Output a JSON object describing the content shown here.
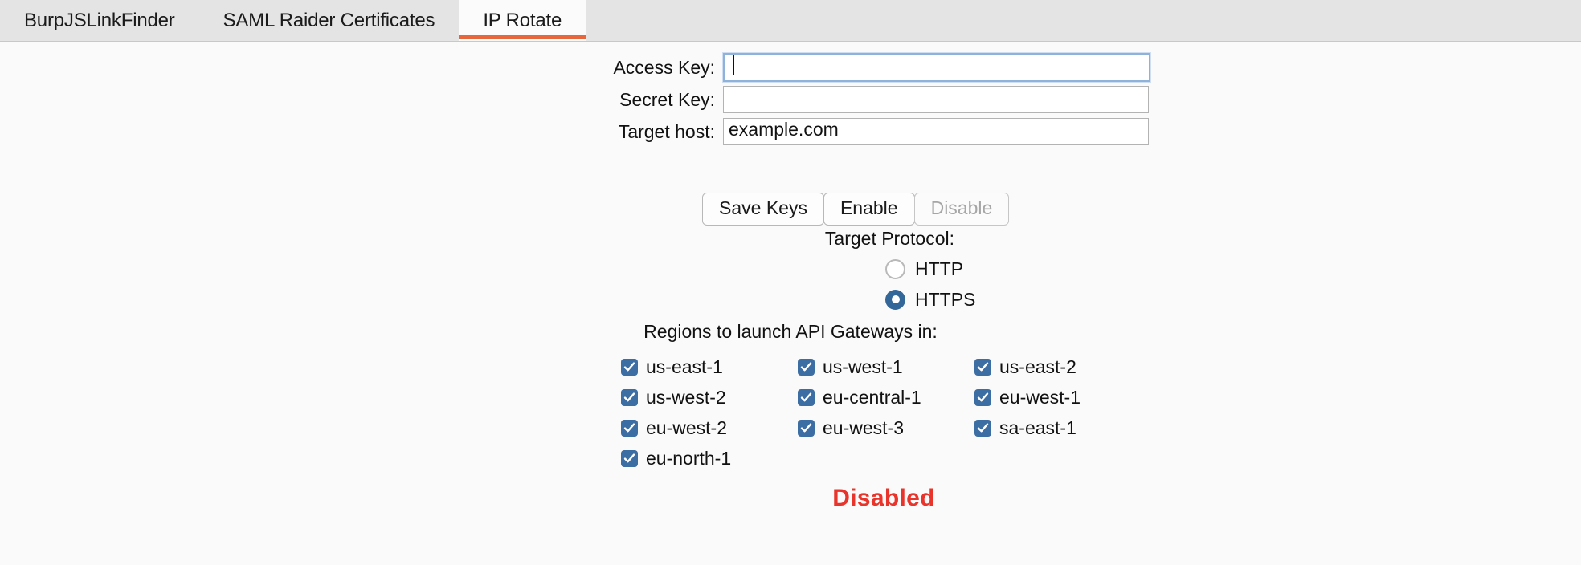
{
  "tabs": [
    {
      "label": "BurpJSLinkFinder",
      "active": false
    },
    {
      "label": "SAML Raider Certificates",
      "active": false
    },
    {
      "label": "IP Rotate",
      "active": true
    }
  ],
  "form": {
    "access_key": {
      "label": "Access Key:",
      "value": "",
      "placeholder": "",
      "focused": true
    },
    "secret_key": {
      "label": "Secret Key:",
      "value": "",
      "placeholder": "",
      "focused": false
    },
    "target_host": {
      "label": "Target host:",
      "value": "example.com",
      "placeholder": "",
      "focused": false
    }
  },
  "buttons": {
    "save": {
      "label": "Save Keys",
      "disabled": false
    },
    "enable": {
      "label": "Enable",
      "disabled": false
    },
    "disable": {
      "label": "Disable",
      "disabled": true
    }
  },
  "protocol": {
    "title": "Target Protocol:",
    "options": [
      {
        "label": "HTTP",
        "selected": false
      },
      {
        "label": "HTTPS",
        "selected": true
      }
    ]
  },
  "regions": {
    "title": "Regions to launch API Gateways in:",
    "items": [
      {
        "label": "us-east-1",
        "checked": true
      },
      {
        "label": "us-west-1",
        "checked": true
      },
      {
        "label": "us-east-2",
        "checked": true
      },
      {
        "label": "us-west-2",
        "checked": true
      },
      {
        "label": "eu-central-1",
        "checked": true
      },
      {
        "label": "eu-west-1",
        "checked": true
      },
      {
        "label": "eu-west-2",
        "checked": true
      },
      {
        "label": "eu-west-3",
        "checked": true
      },
      {
        "label": "sa-east-1",
        "checked": true
      },
      {
        "label": "eu-north-1",
        "checked": true
      }
    ]
  },
  "status": {
    "text": "Disabled",
    "color": "#e8342a"
  },
  "colors": {
    "accent_tab_underline": "#e8663c",
    "checkbox_blue": "#3d6ea3",
    "radio_blue": "#336699",
    "focus_border": "#8fb2db",
    "status_red": "#e8342a",
    "tabbar_bg": "#e4e4e4",
    "page_bg": "#fafafa"
  }
}
